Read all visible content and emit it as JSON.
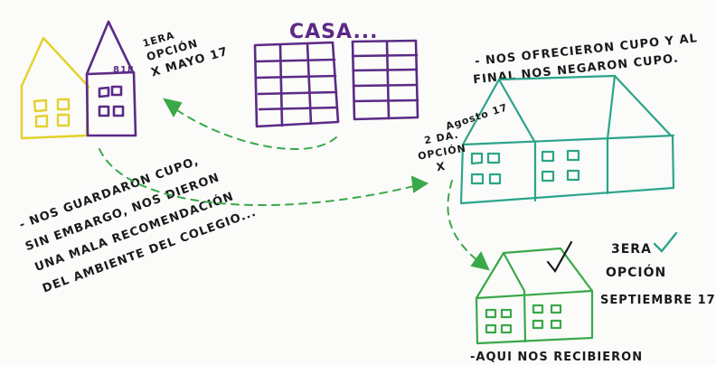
{
  "notes": {
    "first_option": {
      "line1": "1ERA",
      "line2": "OPCIÓN",
      "line3": "X MAYO 17"
    },
    "house_number": "818",
    "casa_title": "CASA...",
    "second_option_header": {
      "line1": "- NOS OFRECIERON CUPO Y AL",
      "line2": "FINAL NOS NEGARON CUPO."
    },
    "second_option_date": "Agosto 17",
    "second_option": {
      "line1": "2 DA.",
      "line2": "OPCIÓN",
      "line3": "X"
    },
    "left_note": {
      "line1": "- NOS GUARDARON CUPO,",
      "line2": "SIN EMBARGO, NOS DIERON",
      "line3": "UNA MALA RECOMENDACIÓN",
      "line4": "DEL AMBIENTE DEL COLEGIO..."
    },
    "third_option": {
      "line1": "3ERA",
      "line2": "OPCIÓN",
      "line3": "SEPTIEMBRE 17"
    },
    "footer": "-AQUI NOS RECIBIERON"
  },
  "colors": {
    "yellow": "#e3d12c",
    "purple": "#5b2a86",
    "teal": "#2aa58a",
    "green": "#3aa84a",
    "ink": "#1a1a1a"
  }
}
